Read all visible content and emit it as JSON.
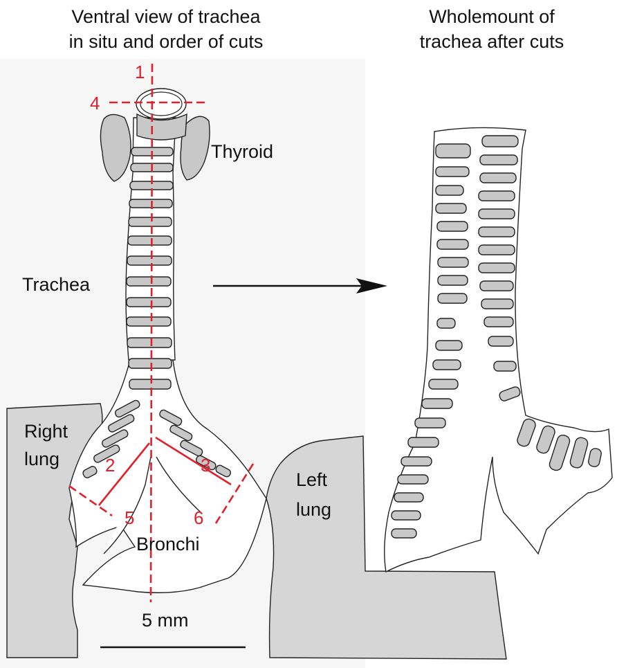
{
  "titles": {
    "left_line1": "Ventral view of trachea",
    "left_line2": "in situ and order of cuts",
    "right_line1": "Wholemount of",
    "right_line2": "trachea after cuts"
  },
  "labels": {
    "thyroid": "Thyroid",
    "trachea": "Trachea",
    "right_lung_1": "Right",
    "right_lung_2": "lung",
    "left_lung_1": "Left",
    "left_lung_2": "lung",
    "bronchi": "Bronchi",
    "scale": "5 mm"
  },
  "cut_numbers": [
    "1",
    "2",
    "3",
    "4",
    "5",
    "6"
  ],
  "colors": {
    "cut_line": "#e0202a",
    "cartilage": "#c8c8c8",
    "lung": "#d6d6d6",
    "outline": "#222222"
  }
}
